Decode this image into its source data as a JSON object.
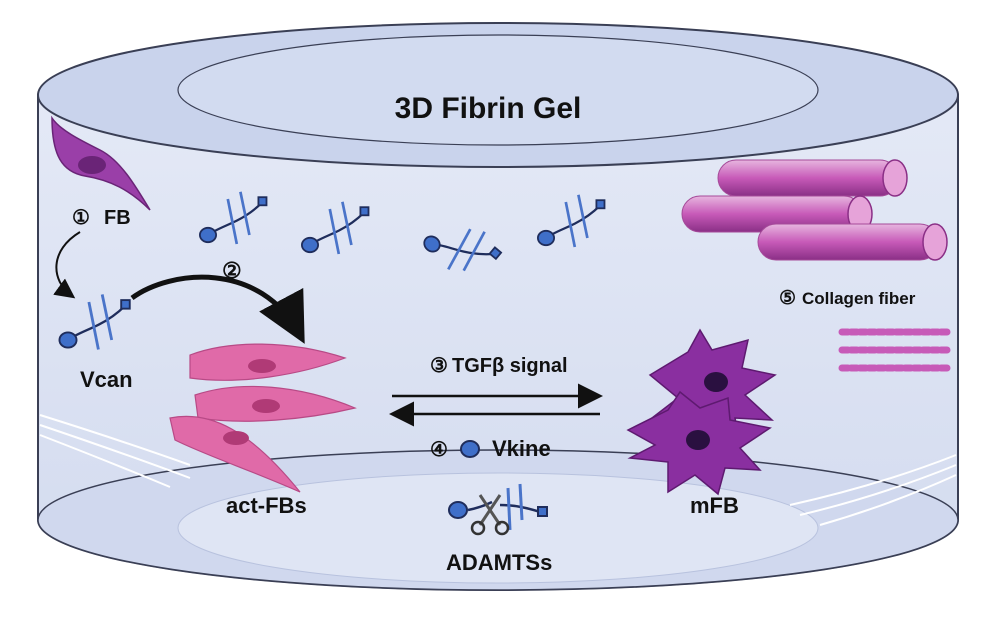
{
  "title": "3D Fibrin Gel",
  "steps": {
    "fb": {
      "num": "①",
      "label": "FB"
    },
    "step2": {
      "num": "②"
    },
    "tgfb": {
      "num": "③",
      "label": "TGFβ signal"
    },
    "vkine": {
      "num": "④",
      "label": "Vkine"
    },
    "collagen": {
      "num": "⑤",
      "label": "Collagen fiber"
    }
  },
  "labels": {
    "vcan": "Vcan",
    "act_fbs": "act-FBs",
    "mfb": "mFB",
    "adamtss": "ADAMTSs"
  },
  "colors": {
    "gel_fill": "#dde3f3",
    "gel_top": "#cdd6ee",
    "gel_outline": "#3a3f55",
    "versican_blue": "#4a74c9",
    "versican_dark": "#1f2d5c",
    "fb_purple": "#9a3fa8",
    "act_fb_pink": "#e06aa8",
    "mfb_purple": "#8a2fa0",
    "collagen_magenta": "#c75ab8"
  },
  "icons": [
    "fibroblast-icon",
    "versican-molecule-icon",
    "scissors-icon",
    "vkine-dot-icon",
    "collagen-fiber-icon",
    "myofibroblast-icon"
  ]
}
